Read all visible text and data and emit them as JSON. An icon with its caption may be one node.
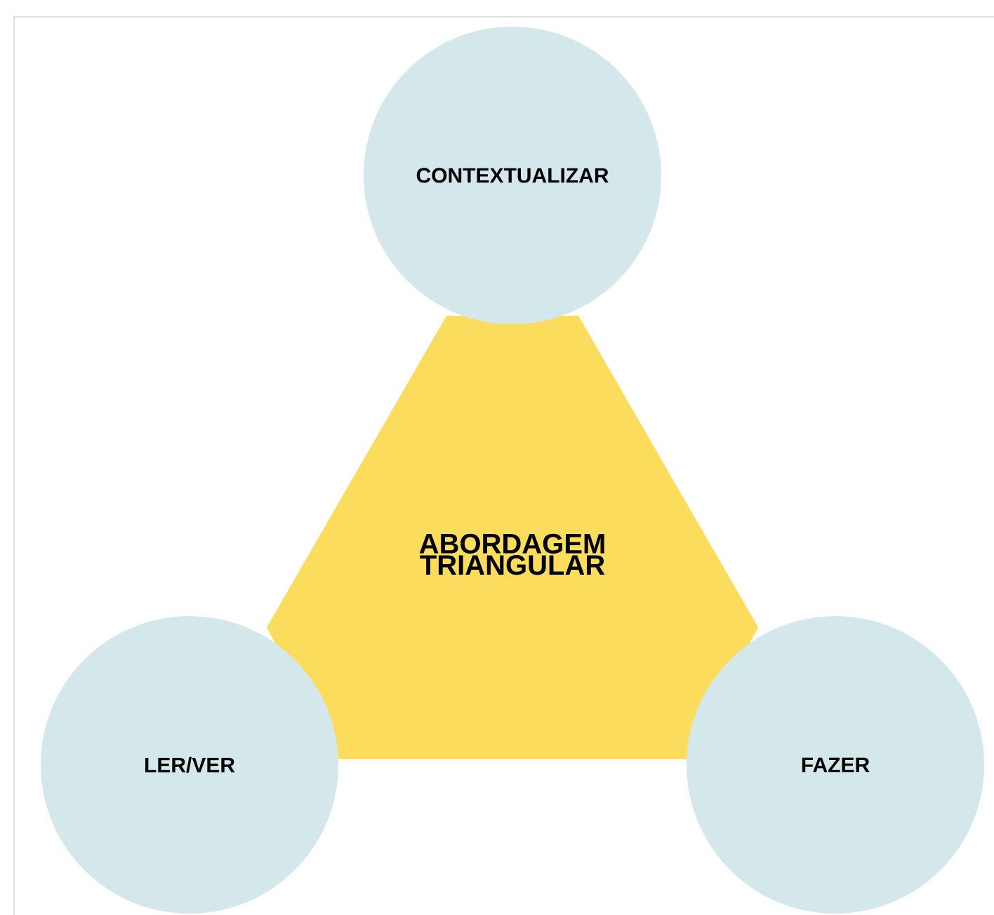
{
  "diagram": {
    "nodes": [
      {
        "text": [
          "CONTEXTUALIZAR"
        ]
      },
      {
        "text": [
          "ABORDAGEM TRIANGULAR"
        ]
      },
      {
        "text": [
          "LER/VER"
        ]
      },
      {
        "text": [
          "FAZER"
        ]
      }
    ]
  }
}
